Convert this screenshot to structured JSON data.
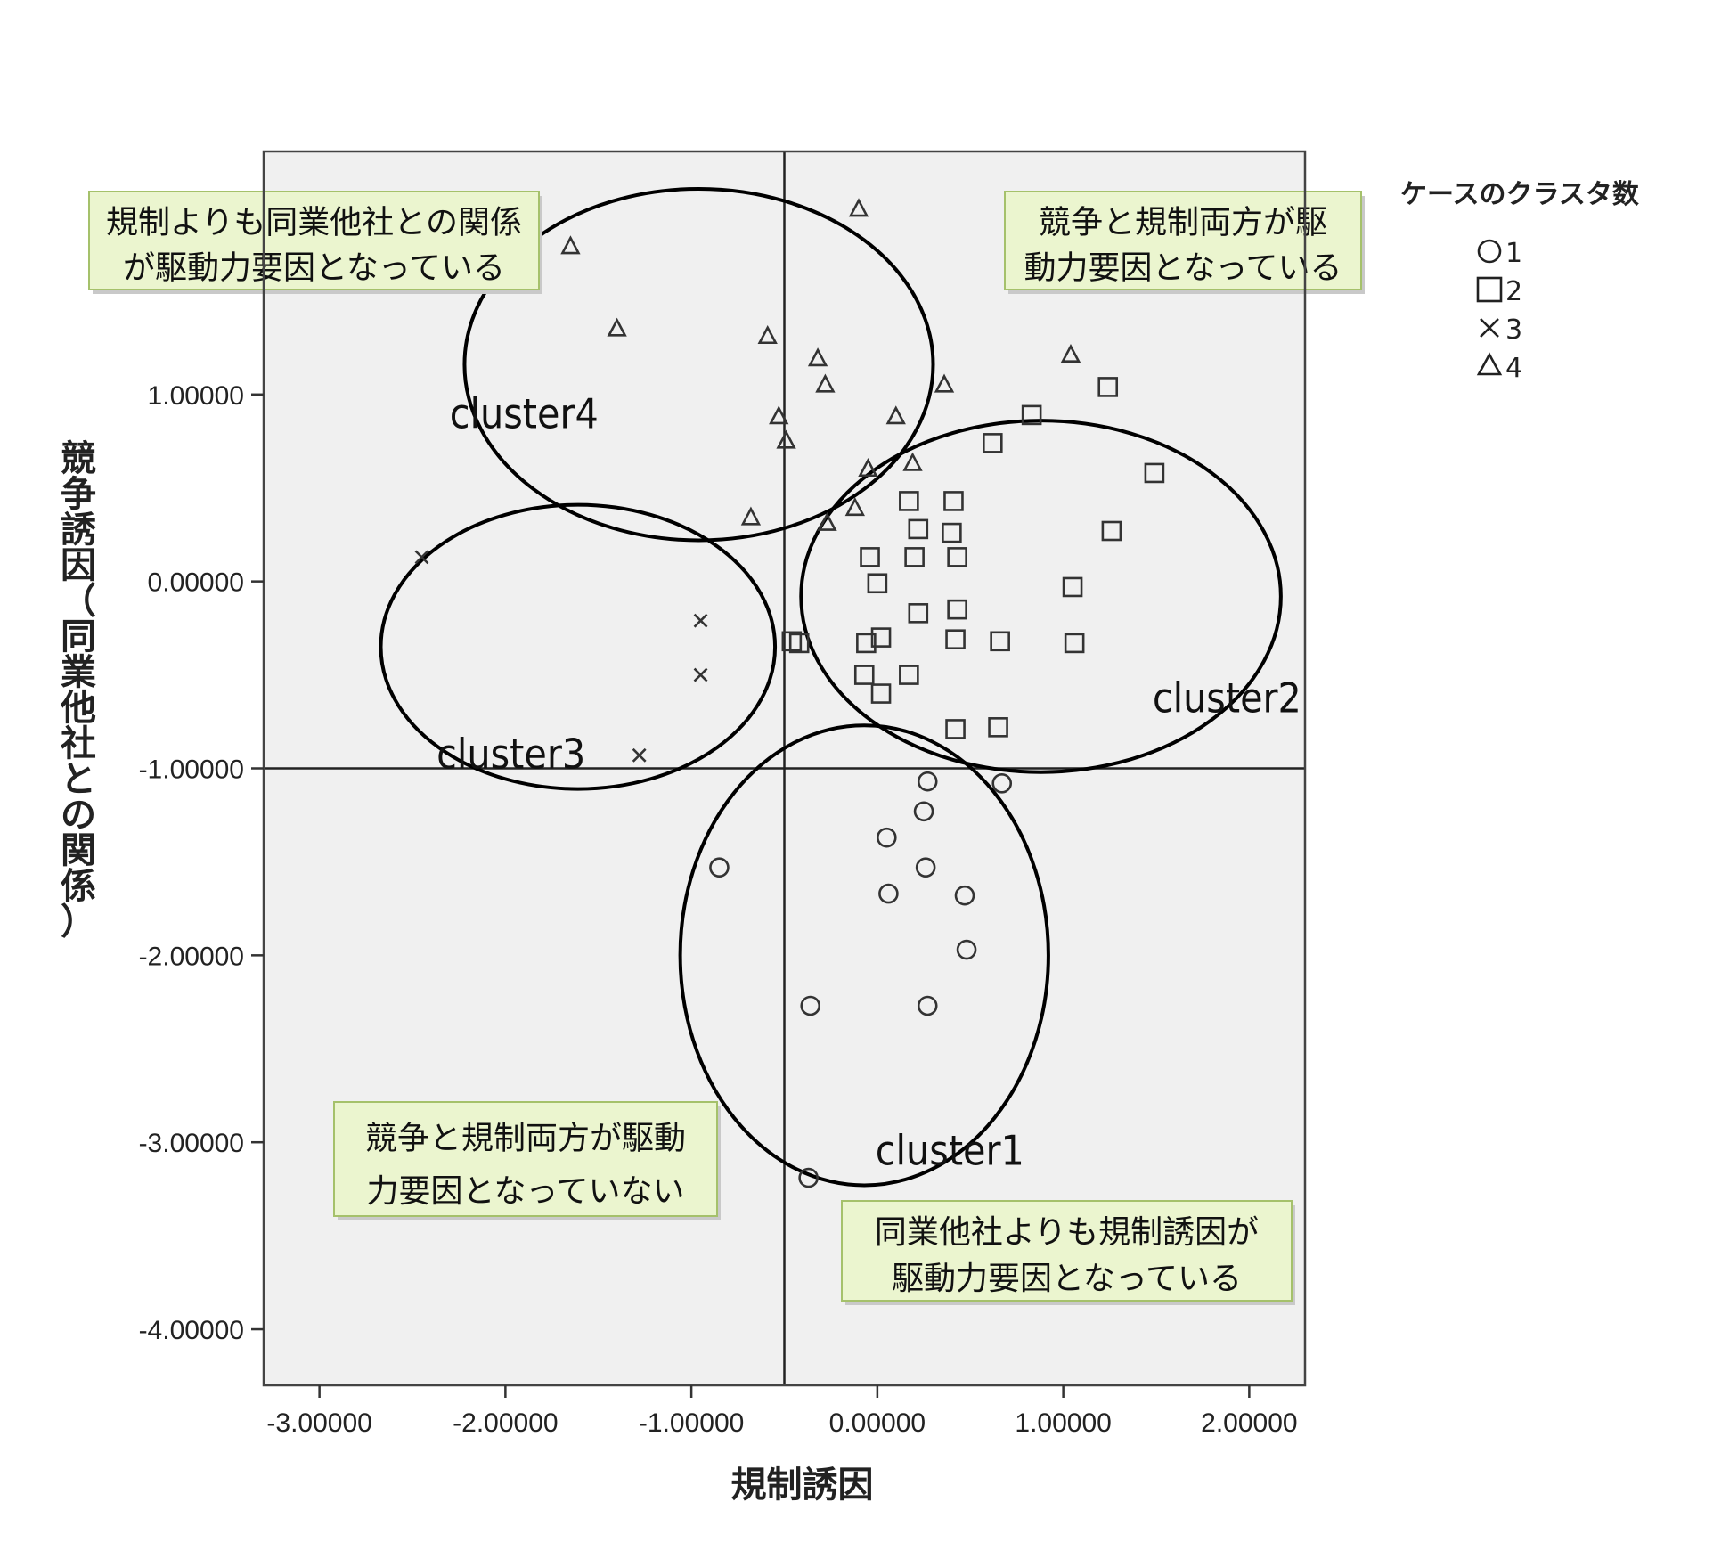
{
  "chart_data": {
    "type": "scatter",
    "xlabel": "規制誘因",
    "ylabel": "競争誘因（同業他社との関係）",
    "xlim": [
      -3.3,
      2.3
    ],
    "ylim": [
      -4.3,
      2.3
    ],
    "xticks": [
      "-3.00000",
      "-2.00000",
      "-1.00000",
      "0.00000",
      "1.00000",
      "2.00000"
    ],
    "xtick_values": [
      -3,
      -2,
      -1,
      0,
      1,
      2
    ],
    "yticks": [
      "1.00000",
      "0.00000",
      "-1.00000",
      "-2.00000",
      "-3.00000",
      "-4.00000"
    ],
    "ytick_values": [
      1,
      0,
      -1,
      -2,
      -3,
      -4
    ],
    "reference_lines": {
      "x": -0.5,
      "y": -1.0
    },
    "grid": false,
    "background": "#f0f0f0",
    "legend": {
      "title": "ケースのクラスタ数",
      "position": "right",
      "entries": [
        {
          "label": "1",
          "marker": "circle"
        },
        {
          "label": "2",
          "marker": "square"
        },
        {
          "label": "3",
          "marker": "x"
        },
        {
          "label": "4",
          "marker": "triangle"
        }
      ]
    },
    "series": [
      {
        "name": "1",
        "marker": "circle",
        "points": [
          [
            0.27,
            -1.07
          ],
          [
            0.67,
            -1.08
          ],
          [
            0.25,
            -1.23
          ],
          [
            0.05,
            -1.37
          ],
          [
            0.26,
            -1.53
          ],
          [
            -0.85,
            -1.53
          ],
          [
            0.06,
            -1.67
          ],
          [
            0.47,
            -1.68
          ],
          [
            0.48,
            -1.97
          ],
          [
            -0.36,
            -2.27
          ],
          [
            0.27,
            -2.27
          ],
          [
            -0.37,
            -3.19
          ]
        ]
      },
      {
        "name": "2",
        "marker": "square",
        "points": [
          [
            1.24,
            1.04
          ],
          [
            0.83,
            0.89
          ],
          [
            0.62,
            0.74
          ],
          [
            1.49,
            0.58
          ],
          [
            0.41,
            0.43
          ],
          [
            0.17,
            0.43
          ],
          [
            0.22,
            0.28
          ],
          [
            0.4,
            0.26
          ],
          [
            1.26,
            0.27
          ],
          [
            -0.04,
            0.13
          ],
          [
            0.2,
            0.13
          ],
          [
            0.43,
            0.13
          ],
          [
            0.0,
            -0.01
          ],
          [
            1.05,
            -0.03
          ],
          [
            0.43,
            -0.15
          ],
          [
            0.22,
            -0.17
          ],
          [
            -0.46,
            -0.32
          ],
          [
            -0.42,
            -0.33
          ],
          [
            -0.06,
            -0.33
          ],
          [
            0.02,
            -0.3
          ],
          [
            0.42,
            -0.31
          ],
          [
            0.66,
            -0.32
          ],
          [
            1.06,
            -0.33
          ],
          [
            -0.07,
            -0.5
          ],
          [
            0.17,
            -0.5
          ],
          [
            0.02,
            -0.6
          ],
          [
            0.42,
            -0.79
          ],
          [
            0.65,
            -0.78
          ]
        ]
      },
      {
        "name": "3",
        "marker": "x",
        "points": [
          [
            -2.45,
            0.13
          ],
          [
            -0.95,
            -0.21
          ],
          [
            -0.95,
            -0.5
          ],
          [
            -1.28,
            -0.93
          ]
        ]
      },
      {
        "name": "4",
        "marker": "triangle",
        "points": [
          [
            -0.1,
            1.99
          ],
          [
            -1.65,
            1.79
          ],
          [
            -1.4,
            1.35
          ],
          [
            -0.59,
            1.31
          ],
          [
            -0.32,
            1.19
          ],
          [
            1.04,
            1.21
          ],
          [
            -0.28,
            1.05
          ],
          [
            0.36,
            1.05
          ],
          [
            -0.53,
            0.88
          ],
          [
            0.1,
            0.88
          ],
          [
            -0.49,
            0.75
          ],
          [
            0.19,
            0.63
          ],
          [
            -0.05,
            0.6
          ],
          [
            -0.12,
            0.39
          ],
          [
            -0.68,
            0.34
          ],
          [
            -0.27,
            0.31
          ]
        ]
      }
    ],
    "annotations": [
      {
        "text": "cluster4",
        "x": -2.3,
        "y": 0.82
      },
      {
        "text": "cluster3",
        "x": -2.37,
        "y": -1.0
      },
      {
        "text": "cluster2",
        "x": 1.48,
        "y": -0.7
      },
      {
        "text": "cluster1",
        "x": -0.01,
        "y": -3.12
      }
    ],
    "cluster_ellipses": [
      {
        "name": "cluster4",
        "cx": -0.96,
        "cy": 1.16,
        "rx": 1.26,
        "ry": 0.94
      },
      {
        "name": "cluster3",
        "cx": -1.61,
        "cy": -0.35,
        "rx": 1.06,
        "ry": 0.76
      },
      {
        "name": "cluster2",
        "cx": 0.88,
        "cy": -0.08,
        "rx": 1.29,
        "ry": 0.94
      },
      {
        "name": "cluster1",
        "cx": -0.07,
        "cy": -2.0,
        "rx": 0.99,
        "ry": 1.23
      }
    ],
    "notes": [
      {
        "name": "top-left",
        "lines": [
          "規制よりも同業他社との関係",
          "が駆動力要因となっている"
        ]
      },
      {
        "name": "top-right",
        "lines": [
          "競争と規制両方が駆",
          "動力要因となっている"
        ]
      },
      {
        "name": "bottom-left",
        "lines": [
          "競争と規制両方が駆動",
          "力要因となっていない"
        ]
      },
      {
        "name": "bottom-right",
        "lines": [
          "同業他社よりも規制誘因が",
          "駆動力要因となっている"
        ]
      }
    ],
    "colors": {
      "plot_background": "#f0f0f0",
      "note_fill": "#ebf5cf",
      "note_border": "#a5c16b",
      "marker": "#333333",
      "ellipse": "#000000"
    }
  }
}
